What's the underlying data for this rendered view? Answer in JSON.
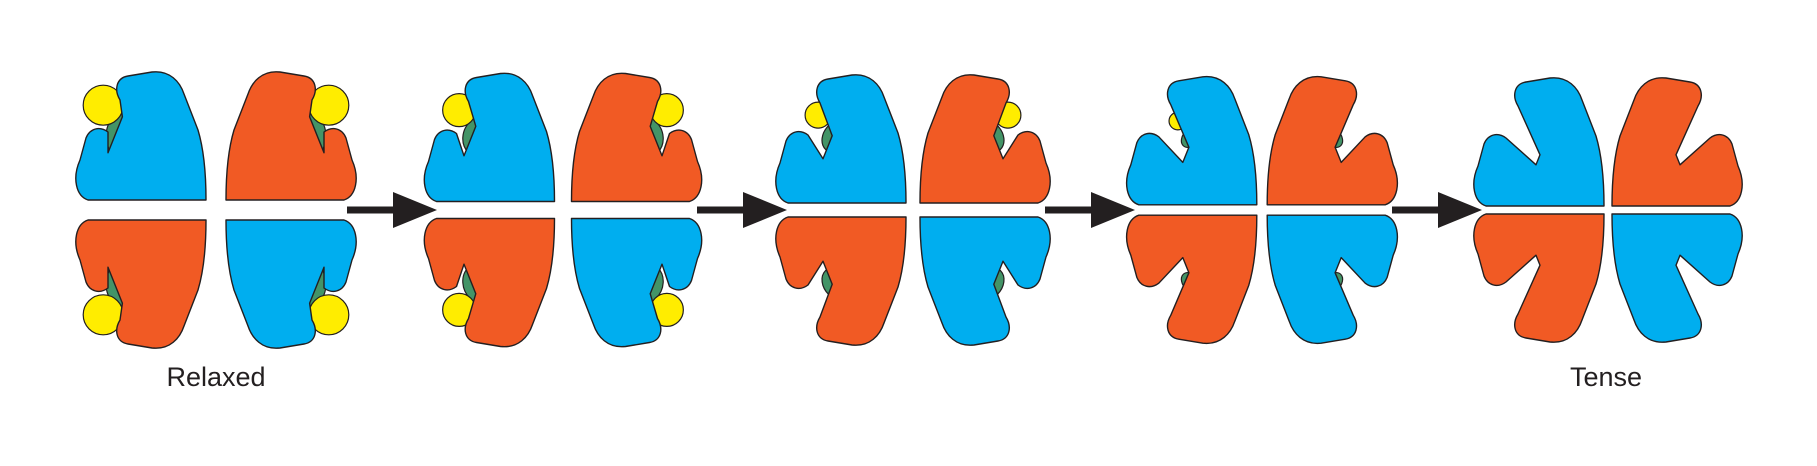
{
  "labels": {
    "start": "Relaxed",
    "end": "Tense"
  },
  "colors": {
    "blue_subunit": "#00aeef",
    "red_subunit": "#f15a24",
    "heme_green": "#439467",
    "oxygen_yellow": "#ffed00",
    "arrow": "#231f20",
    "outline": "#231f20"
  },
  "stages": [
    {
      "step": 1,
      "oxygen_bound": 4,
      "open": 1.0
    },
    {
      "step": 2,
      "oxygen_bound": 4,
      "open": 0.75
    },
    {
      "step": 3,
      "oxygen_bound": 2,
      "open": 0.5
    },
    {
      "step": 4,
      "oxygen_bound": 1,
      "open": 0.2
    },
    {
      "step": 5,
      "oxygen_bound": 0,
      "open": 0.0
    }
  ],
  "arrow_count": 4
}
